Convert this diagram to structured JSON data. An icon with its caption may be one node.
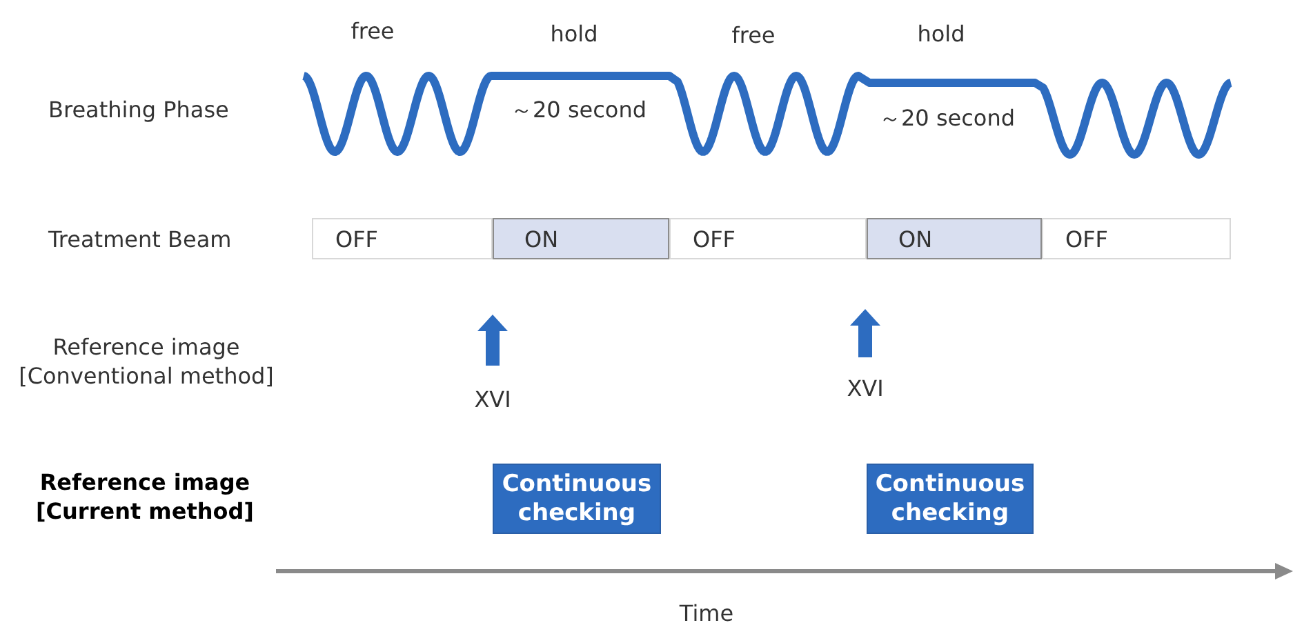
{
  "diagram": {
    "nodes": [
      {
        "text": [
          "OFF"
        ]
      },
      {
        "text": [
          "ON"
        ]
      },
      {
        "text": [
          "OFF"
        ]
      },
      {
        "text": [
          "ON"
        ]
      },
      {
        "text": [
          "OFF"
        ]
      },
      {
        "text": [
          "Continuous checking"
        ]
      },
      {
        "text": [
          "Continuous checking"
        ]
      }
    ],
    "labels": [
      "free",
      "hold",
      "free",
      "hold",
      "Breathing Phase",
      "～20 second",
      "～20 second",
      "Treatment Beam",
      "Reference image [Conventional method]",
      "XVI",
      "XVI",
      "Reference image [Current method]",
      "Time"
    ]
  }
}
